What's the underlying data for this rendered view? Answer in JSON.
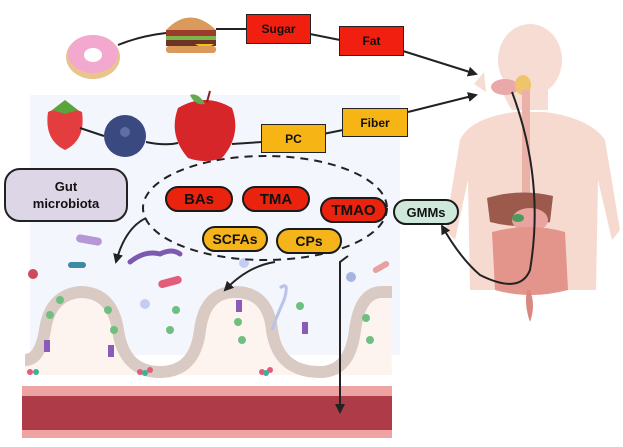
{
  "diagram": {
    "title": "Diet, gut microbiota and gut microbial metabolites",
    "foods_unhealthy": [
      "donut",
      "burger"
    ],
    "foods_healthy": [
      "strawberry",
      "blueberry",
      "apple"
    ],
    "nutrients_unhealthy": [
      {
        "label": "Sugar",
        "color": "#f01f0f"
      },
      {
        "label": "Fat",
        "color": "#f01f0f"
      }
    ],
    "nutrients_healthy": [
      {
        "label": "PC",
        "color": "#f6b515"
      },
      {
        "label": "Fiber",
        "color": "#f6b515"
      }
    ],
    "gut_microbiota_label": [
      "Gut",
      "microbiota"
    ],
    "metabolites_harmful": [
      {
        "label": "BAs",
        "color": "#e9230e"
      },
      {
        "label": "TMA",
        "color": "#e9230e"
      },
      {
        "label": "TMAO",
        "color": "#e9230e"
      }
    ],
    "metabolites_beneficial": [
      {
        "label": "SCFAs",
        "color": "#f4b41a"
      },
      {
        "label": "CPs",
        "color": "#f4b41a"
      }
    ],
    "gmm_label": "GMMs",
    "gmm_color": "#cfe8dc",
    "illustrations": [
      "human-digestive-system",
      "intestinal-villi",
      "blood-vessel",
      "bacteria"
    ]
  }
}
